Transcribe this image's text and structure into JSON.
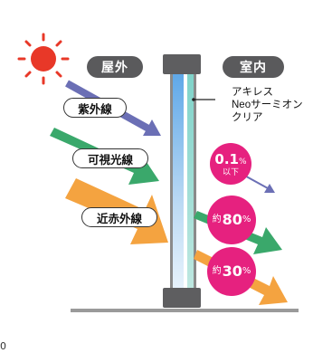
{
  "labels": {
    "outdoor": "屋外",
    "indoor": "室内",
    "uv": "紫外線",
    "visible": "可視光線",
    "near_ir": "近赤外線"
  },
  "product": {
    "line1": "アキレス",
    "line2": "Neoサーミオン",
    "line3": "クリア"
  },
  "results": {
    "uv": {
      "value": "0.1",
      "unit": "%",
      "suffix": "以下"
    },
    "visible": {
      "prefix": "約",
      "value": "80",
      "unit": "%"
    },
    "near_ir": {
      "prefix": "約",
      "value": "30",
      "unit": "%"
    }
  },
  "page_number": "0",
  "colors": {
    "sun": "#e83828",
    "uv_arrow": "#6b6fb5",
    "visible_arrow": "#3aa86b",
    "near_ir_arrow": "#f4a340",
    "circle": "#e6217f",
    "pill": "#5a5a5c"
  }
}
